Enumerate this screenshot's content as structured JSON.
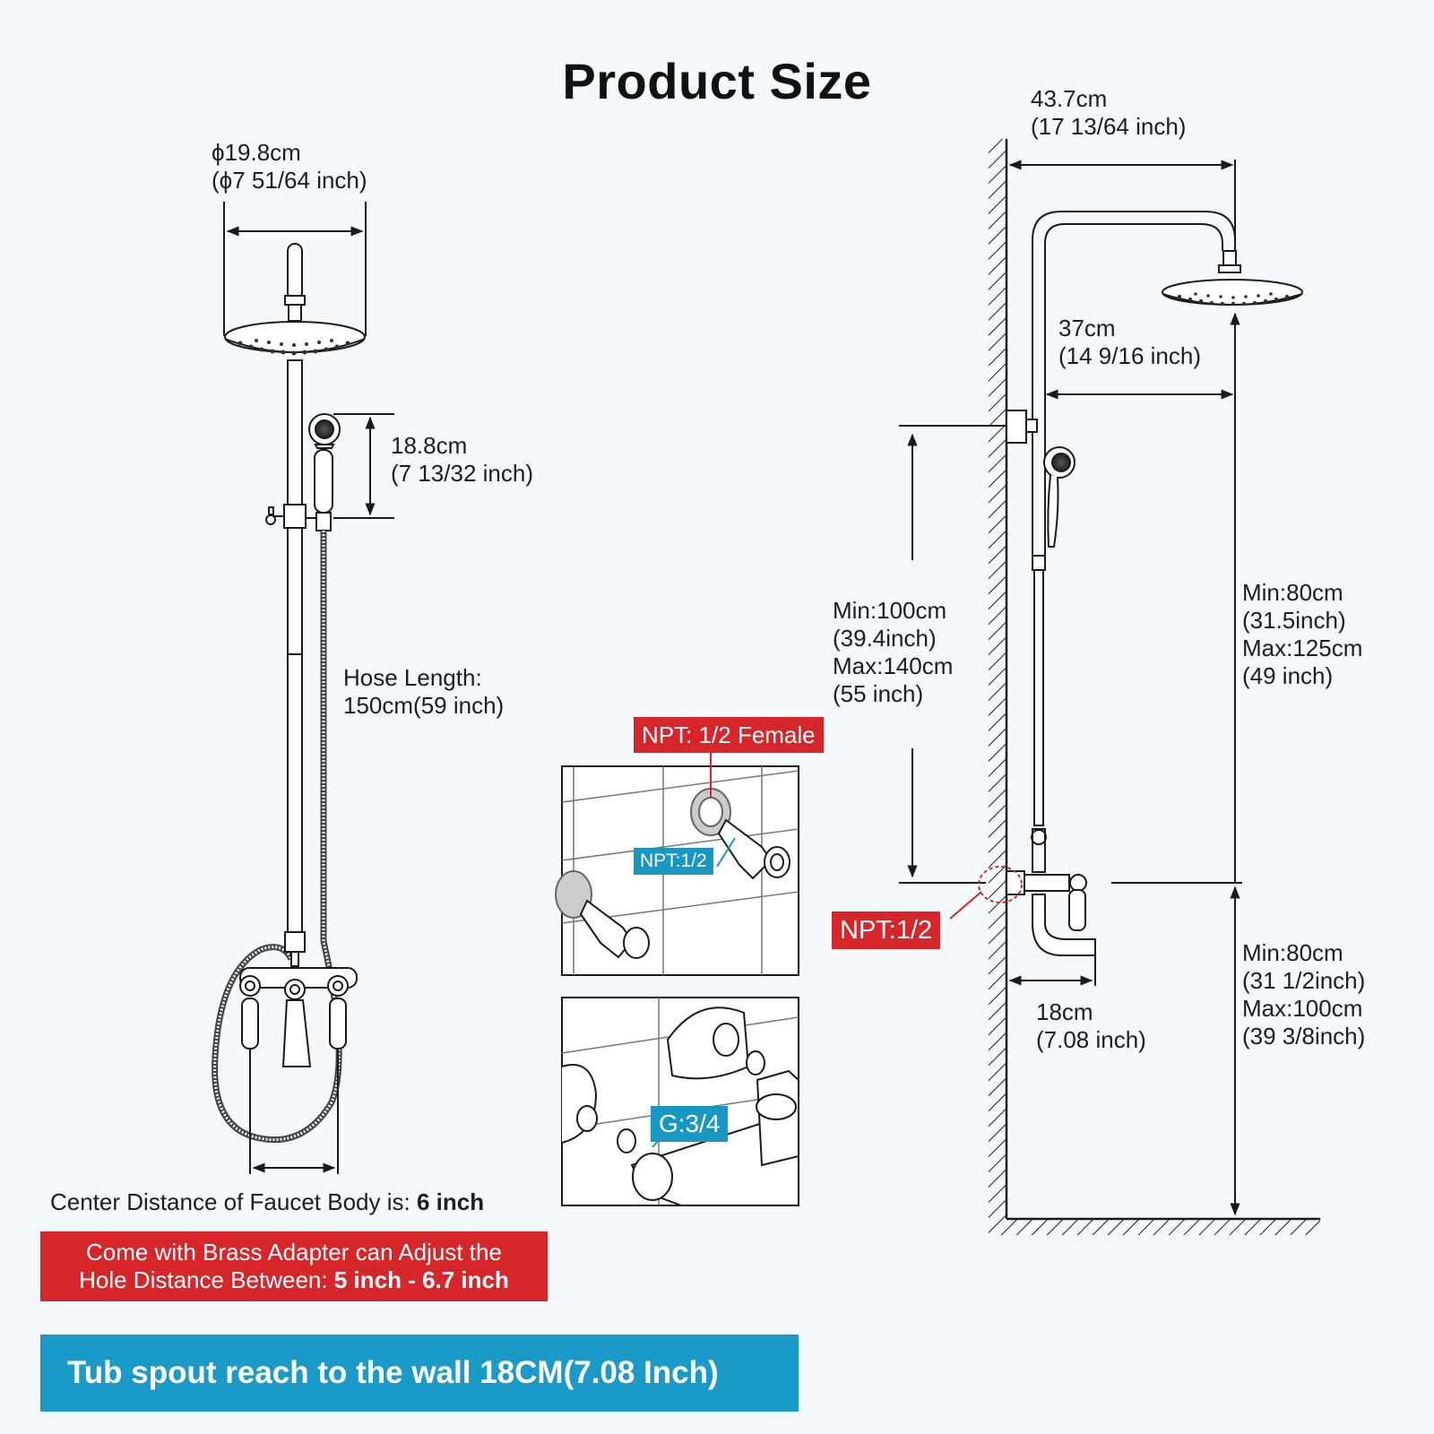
{
  "title": "Product Size",
  "left": {
    "head_diameter": {
      "line1": "ϕ19.8cm",
      "line2": "(ϕ7 51/64 inch)"
    },
    "handheld_length": {
      "line1": "18.8cm",
      "line2": "(7 13/32 inch)"
    },
    "hose": {
      "line1": "Hose Length:",
      "line2": "150cm(59 inch)"
    },
    "center_distance": {
      "prefix": "Center Distance of Faucet Body is: ",
      "value": "6 inch"
    }
  },
  "adapter_note": {
    "line1": "Come with Brass Adapter can Adjust the",
    "line2_prefix": "Hole Distance Between: ",
    "line2_value": "5 inch - 6.7 inch"
  },
  "banner": "Tub spout reach to the wall 18CM(7.08 Inch)",
  "inset": {
    "npt_female": "NPT: 1/2 Female",
    "npt_half": "NPT:1/2",
    "g_thread": "G:3/4"
  },
  "right": {
    "arm_width": {
      "line1": "43.7cm",
      "line2": "(17 13/64 inch)"
    },
    "arm_reach": {
      "line1": "37cm",
      "line2": "(14 9/16 inch)"
    },
    "bracket_height": {
      "line1": "Min:100cm",
      "line2": "(39.4inch)",
      "line3": "Max:140cm",
      "line4": "(55 inch)"
    },
    "head_height": {
      "line1": "Min:80cm",
      "line2": "(31.5inch)",
      "line3": "Max:125cm",
      "line4": "(49 inch)"
    },
    "faucet_height": {
      "line1": "Min:80cm",
      "line2": "(31 1/2inch)",
      "line3": "Max:100cm",
      "line4": "(39 3/8inch)"
    },
    "spout_reach": {
      "line1": "18cm",
      "line2": "(7.08 inch)"
    },
    "npt_wall": "NPT:1/2"
  },
  "colors": {
    "red": "#d7262a",
    "blue": "#1797c2",
    "line": "#1a1a1a",
    "background": "#f3f9fc"
  }
}
